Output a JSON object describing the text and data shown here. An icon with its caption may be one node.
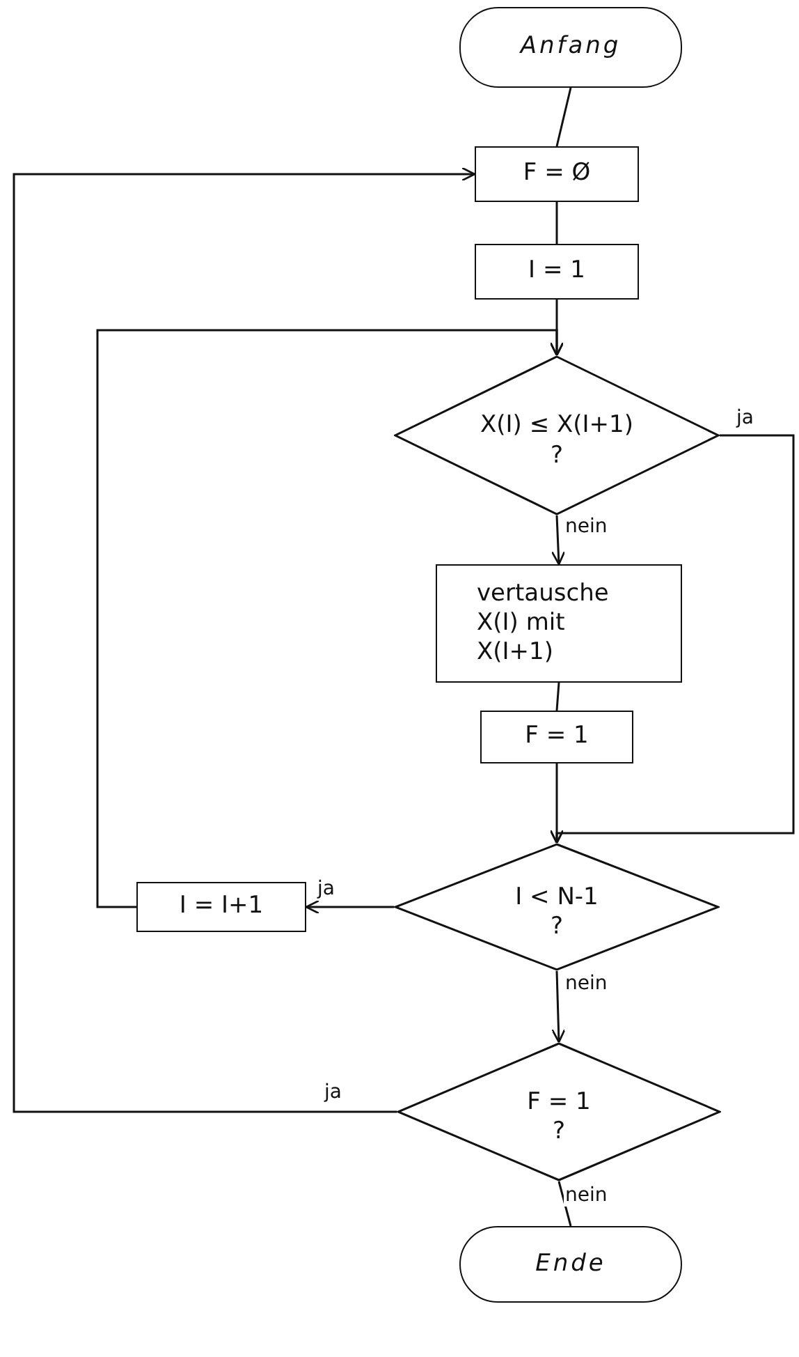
{
  "diagram": {
    "nodes": [
      {
        "text": [
          "Anfang"
        ]
      },
      {
        "text": [
          "F = Ø"
        ]
      },
      {
        "text": [
          "I = 1"
        ]
      },
      {
        "text": [
          "X(I) ≤ X(I+1)",
          "?"
        ]
      },
      {
        "text": [
          "vertausche X(I) mit X(I+1)"
        ]
      },
      {
        "text": [
          "F = 1"
        ]
      },
      {
        "text": [
          "I < N-1",
          "?"
        ]
      },
      {
        "text": [
          "I = I+1"
        ]
      },
      {
        "text": [
          "F = 1",
          "?"
        ]
      },
      {
        "text": [
          "Ende"
        ]
      }
    ],
    "edges": [
      {
        "from": 0,
        "to": 1,
        "arrow": "none"
      },
      {
        "from": 1,
        "to": 2,
        "arrow": "none"
      },
      {
        "from": 2,
        "to": 3,
        "arrow": "to"
      },
      {
        "from": 3,
        "to": 4,
        "label": "nein",
        "arrow": "to"
      },
      {
        "from": 3,
        "to": 6,
        "label": "ja",
        "arrow": "to"
      },
      {
        "from": 4,
        "to": 5,
        "arrow": "none"
      },
      {
        "from": 5,
        "to": 6,
        "arrow": "to"
      },
      {
        "from": 6,
        "to": 7,
        "label": "ja",
        "arrow": "to"
      },
      {
        "from": 7,
        "to": 3,
        "arrow": "to"
      },
      {
        "from": 6,
        "to": 8,
        "label": "nein",
        "arrow": "to"
      },
      {
        "from": 8,
        "to": 1,
        "label": "ja",
        "arrow": "to"
      },
      {
        "from": 8,
        "to": 9,
        "label": "nein",
        "arrow": "none"
      }
    ]
  }
}
